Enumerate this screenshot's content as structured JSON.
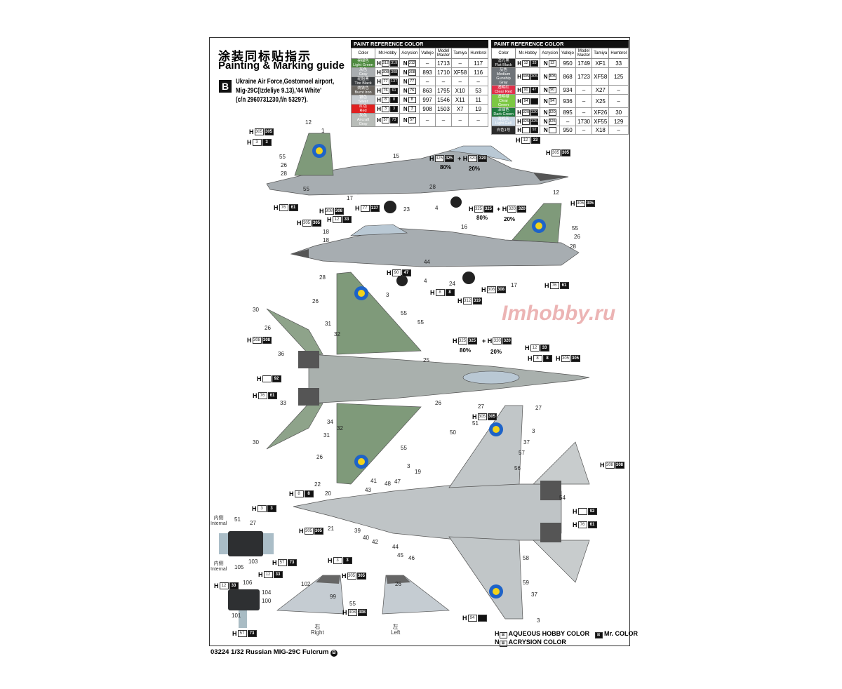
{
  "header": {
    "title_cn": "涂装同标贴指示",
    "title_en": "Painting & Marking guide",
    "variant": "B",
    "description": [
      "Ukraine Air Force,Gostomoel airport,",
      "Mig-29C(Izdeliye 9.13),'44 White'",
      "(c/n 2960731230,f/n 5329?)."
    ]
  },
  "paint_table_caption": "PAINT  REFERENCE COLOR",
  "paint_table_headers": [
    "Color",
    "Mr.Hobby",
    "Acrysion",
    "Vallejo",
    "Model Master",
    "Tamiya",
    "Humbrol"
  ],
  "paint_table_left": [
    {
      "cn": "亮绿色",
      "en": "Light Green",
      "bg": "#4d8a3e",
      "h": "312",
      "m": "319",
      "n": "312",
      "vallejo": "–",
      "mm": "1713",
      "tamiya": "–",
      "humbrol": "117"
    },
    {
      "cn": "灰色",
      "en": "Gray",
      "bg": "#a9adb0",
      "h": "308",
      "m": "308",
      "n": "308",
      "vallejo": "893",
      "mm": "1710",
      "tamiya": "XF58",
      "humbrol": "116"
    },
    {
      "cn": "轮胎黑",
      "en": "Tire Black",
      "bg": "#3a3d40",
      "h": "77",
      "m": "137",
      "n": "77",
      "vallejo": "–",
      "mm": "–",
      "tamiya": "–",
      "humbrol": "–"
    },
    {
      "cn": "烧铁色",
      "en": "Burnt Iron",
      "bg": "#6b6660",
      "h": "76",
      "m": "61",
      "n": "76",
      "vallejo": "863",
      "mm": "1795",
      "tamiya": "X10",
      "humbrol": "53"
    },
    {
      "cn": "银色",
      "en": "Silver",
      "bg": "#c8ccd0",
      "h": "8",
      "m": "8",
      "n": "8",
      "vallejo": "997",
      "mm": "1546",
      "tamiya": "X11",
      "humbrol": "11"
    },
    {
      "cn": "红色",
      "en": "Red",
      "bg": "#e02020",
      "h": "3",
      "m": "3",
      "n": "3",
      "vallejo": "908",
      "mm": "1503",
      "tamiya": "X7",
      "humbrol": "19"
    },
    {
      "cn": "灰色",
      "en": "Aircraft Gray",
      "bg": "#b8bcb8",
      "h": "57",
      "m": "73",
      "n": "57",
      "vallejo": "–",
      "mm": "–",
      "tamiya": "–",
      "humbrol": "–"
    }
  ],
  "paint_table_right": [
    {
      "cn": "消光黑",
      "en": "Flat Black",
      "bg": "#222",
      "h": "12",
      "m": "33",
      "n": "12",
      "vallejo": "950",
      "mm": "1749",
      "tamiya": "XF1",
      "humbrol": "33"
    },
    {
      "cn": "灰色",
      "en": "Medium Gunship Gray",
      "bg": "#6f7479",
      "h": "305",
      "m": "305",
      "n": "305",
      "vallejo": "868",
      "mm": "1723",
      "tamiya": "XF58",
      "humbrol": "125"
    },
    {
      "cn": "透明红",
      "en": "Clear Red",
      "bg": "#e0304a",
      "h": "90",
      "m": "47",
      "n": "90",
      "vallejo": "934",
      "mm": "–",
      "tamiya": "X27",
      "humbrol": "–"
    },
    {
      "cn": "透明绿",
      "en": "Clear Green",
      "bg": "#7cc843",
      "h": "94",
      "m": "",
      "n": "94",
      "vallejo": "936",
      "mm": "–",
      "tamiya": "X25",
      "humbrol": "–"
    },
    {
      "cn": "深绿色",
      "en": "Dark Green",
      "bg": "#1e7a3e",
      "h": "320",
      "m": "320",
      "n": "320",
      "vallejo": "895",
      "mm": "–",
      "tamiya": "XF26",
      "humbrol": "30"
    },
    {
      "cn": "海鸥灰",
      "en": "Light Gull",
      "bg": "#c9d8e6",
      "h": "325",
      "m": "325",
      "n": "325",
      "vallejo": "–",
      "mm": "1730",
      "tamiya": "XF55",
      "humbrol": "129"
    },
    {
      "cn": "白色1号",
      "en": "",
      "bg": "#2b2b2b",
      "h": "",
      "m": "92",
      "n": "",
      "vallejo": "950",
      "mm": "–",
      "tamiya": "X18",
      "humbrol": "–"
    }
  ],
  "callouts": [
    {
      "p": "H",
      "a": "305",
      "b": "305"
    },
    {
      "p": "H",
      "a": "3",
      "b": "3"
    },
    {
      "p": "H",
      "a": "76",
      "b": "61"
    },
    {
      "p": "H",
      "a": "308",
      "b": "308"
    },
    {
      "p": "H",
      "a": "77",
      "b": "137"
    },
    {
      "p": "H",
      "a": "325",
      "b": "325"
    },
    {
      "p": "+ H",
      "a": "320",
      "b": "320"
    },
    {
      "p": "H",
      "a": "12",
      "b": "33"
    },
    {
      "p": "H",
      "a": "305",
      "b": "305"
    },
    {
      "p": "H",
      "a": "305",
      "b": "305"
    },
    {
      "p": "H",
      "a": "12",
      "b": "33"
    },
    {
      "p": "H",
      "a": "325",
      "b": "325"
    },
    {
      "p": "+ H",
      "a": "320",
      "b": "320"
    },
    {
      "p": "H",
      "a": "305",
      "b": "305"
    },
    {
      "p": "H",
      "a": "76",
      "b": "61"
    },
    {
      "p": "H",
      "a": "308",
      "b": "308"
    },
    {
      "p": "H",
      "a": "8",
      "b": "8"
    },
    {
      "p": "H",
      "a": "312",
      "b": "319"
    },
    {
      "p": "H",
      "a": "90",
      "b": "47"
    },
    {
      "p": "H",
      "a": "308",
      "b": "308"
    },
    {
      "p": "H",
      "a": "",
      "b": "92"
    },
    {
      "p": "H",
      "a": "76",
      "b": "61"
    },
    {
      "p": "H",
      "a": "325",
      "b": "325"
    },
    {
      "p": "+ H",
      "a": "320",
      "b": "320"
    },
    {
      "p": "H",
      "a": "12",
      "b": "33"
    },
    {
      "p": "H",
      "a": "8",
      "b": "8"
    },
    {
      "p": "H",
      "a": "305",
      "b": "305"
    },
    {
      "p": "H",
      "a": "305",
      "b": "305"
    },
    {
      "p": "H",
      "a": "308",
      "b": "308"
    },
    {
      "p": "H",
      "a": "",
      "b": "92"
    },
    {
      "p": "H",
      "a": "76",
      "b": "61"
    },
    {
      "p": "H",
      "a": "8",
      "b": "8"
    },
    {
      "p": "H",
      "a": "305",
      "b": "305"
    },
    {
      "p": "H",
      "a": "3",
      "b": "3"
    },
    {
      "p": "H",
      "a": "57",
      "b": "73"
    },
    {
      "p": "H",
      "a": "12",
      "b": "33"
    },
    {
      "p": "H",
      "a": "12",
      "b": "33"
    },
    {
      "p": "H",
      "a": "57",
      "b": "73"
    },
    {
      "p": "H",
      "a": "3",
      "b": "3"
    },
    {
      "p": "H",
      "a": "305",
      "b": "305"
    },
    {
      "p": "H",
      "a": "308",
      "b": "308"
    },
    {
      "p": "H",
      "a": "94",
      "b": ""
    }
  ],
  "mix": {
    "a": "80%",
    "b": "20%"
  },
  "numbers": [
    "12",
    "1",
    "55",
    "26",
    "28",
    "15",
    "23",
    "4",
    "17",
    "18",
    "12",
    "16",
    "55",
    "26",
    "28",
    "18",
    "24",
    "4",
    "17",
    "28",
    "3",
    "26",
    "55",
    "30",
    "26",
    "31",
    "32",
    "55",
    "36",
    "33",
    "25",
    "26",
    "27",
    "34",
    "32",
    "31",
    "26",
    "55",
    "30",
    "3",
    "27",
    "51",
    "3",
    "50",
    "37",
    "57",
    "56",
    "54",
    "22",
    "20",
    "21",
    "39",
    "40",
    "42",
    "44",
    "45",
    "46",
    "19",
    "43",
    "41",
    "48",
    "47",
    "58",
    "59",
    "37",
    "3",
    "51",
    "27",
    "105",
    "103",
    "106",
    "104",
    "100",
    "101",
    "102",
    "99",
    "55",
    "26",
    "28",
    "55",
    "44",
    "44"
  ],
  "interior": {
    "internal_cn": "内侧",
    "internal_en": "Internal"
  },
  "fins": {
    "right_cn": "右",
    "right_en": "Right",
    "left_cn": "左",
    "left_en": "Left"
  },
  "legend": {
    "aqueous": "AQUEOUS HOBBY COLOR",
    "mr_color": "Mr. COLOR",
    "acrysion": "ACRYSION COLOR",
    "h": "H",
    "n": "N"
  },
  "footer": {
    "text": "03224 1/32  Russian MIG-29C Fulcrum",
    "variant": "B"
  },
  "watermark": "Imhobby.ru"
}
